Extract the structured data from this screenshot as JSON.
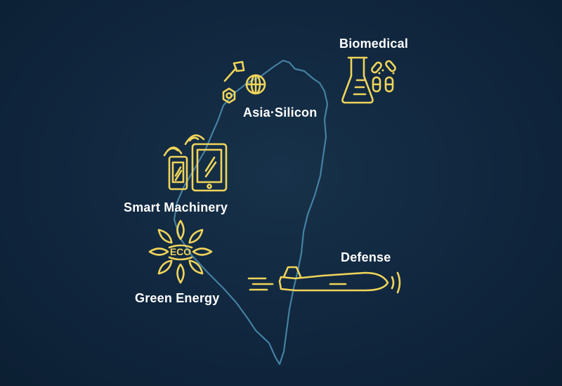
{
  "industries": {
    "biomedical": {
      "label": "Biomedical",
      "icon": "flask-pills-icon"
    },
    "asia_silicon": {
      "label": "Asia·Silicon",
      "icon": "tools-globe-icon"
    },
    "smart_machinery": {
      "label": "Smart Machinery",
      "icon": "smart-devices-icon"
    },
    "green_energy": {
      "label": "Green Energy",
      "icon": "eco-flower-icon"
    },
    "defense": {
      "label": "Defense",
      "icon": "drone-icon"
    }
  },
  "colors": {
    "background": "#112840",
    "outline": "#4f8fb3",
    "icon": "#f0d45a",
    "text": "#ffffff"
  }
}
